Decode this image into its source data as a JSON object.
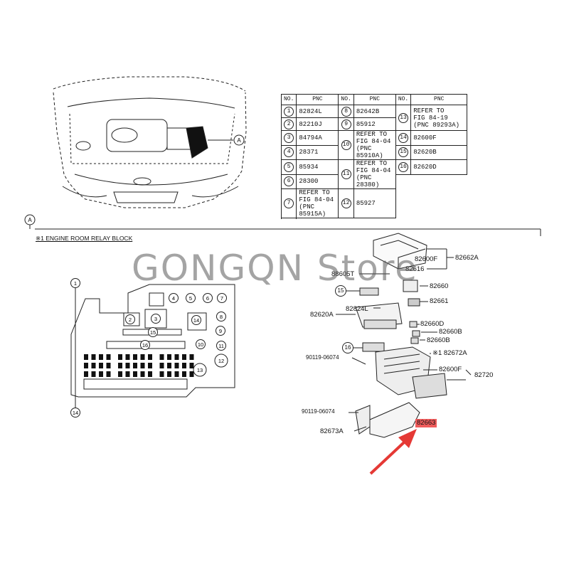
{
  "watermark": "GONGQN Store",
  "callout_a": "A",
  "section_a_marker": "A",
  "section_title": "※1 ENGINE ROOM RELAY BLOCK",
  "table": {
    "header_no": "NO.",
    "header_pnc": "PNC",
    "col1": [
      {
        "no": "1",
        "pnc": "82824L"
      },
      {
        "no": "2",
        "pnc": "82210J"
      },
      {
        "no": "3",
        "pnc": "84794A"
      },
      {
        "no": "4",
        "pnc": "28371"
      },
      {
        "no": "5",
        "pnc": "85934"
      },
      {
        "no": "6",
        "pnc": "28300"
      },
      {
        "no": "7",
        "pnc": "REFER TO\nFIG 84-04\n(PNC 85915A)"
      }
    ],
    "col2": [
      {
        "no": "8",
        "pnc": "82642B"
      },
      {
        "no": "9",
        "pnc": "85912"
      },
      {
        "no": "10",
        "pnc": "REFER TO\nFIG 84-04\n(PNC 85910A)"
      },
      {
        "no": "11",
        "pnc": "REFER TO\nFIG 84-04\n(PNC 28380)"
      },
      {
        "no": "12",
        "pnc": "85927"
      }
    ],
    "col3": [
      {
        "no": "13",
        "pnc": "REFER TO\nFIG 84-19\n(PNC 89293A)"
      },
      {
        "no": "14",
        "pnc": "82600F"
      },
      {
        "no": "15",
        "pnc": "82620B"
      },
      {
        "no": "16",
        "pnc": "82620D"
      }
    ]
  },
  "relay_block_numbers": [
    "1",
    "2",
    "3",
    "4",
    "5",
    "6",
    "7",
    "8",
    "9",
    "10",
    "11",
    "12",
    "13",
    "14",
    "15",
    "16"
  ],
  "parts": {
    "p82662A": "82662A",
    "p82600F_top": "82600F",
    "p82616": "82616",
    "p88605T": "88605T",
    "p82660": "82660",
    "p15": "15",
    "p82661": "82661",
    "p82824L": "82824L",
    "p82620A": "82620A",
    "p82660D": "82660D",
    "p82660B_1": "82660B",
    "p82660B_2": "82660B",
    "p16": "16",
    "p82672A": "※1 82672A",
    "p90119_1": "90119-06074",
    "p82600F_bot": "82600F",
    "p82720": "82720",
    "p90119_2": "90119-06074",
    "p82663": "82663",
    "p82673A": "82673A"
  },
  "colors": {
    "highlight": "#ef5b5b",
    "arrow": "#e53935",
    "line": "#222222"
  }
}
